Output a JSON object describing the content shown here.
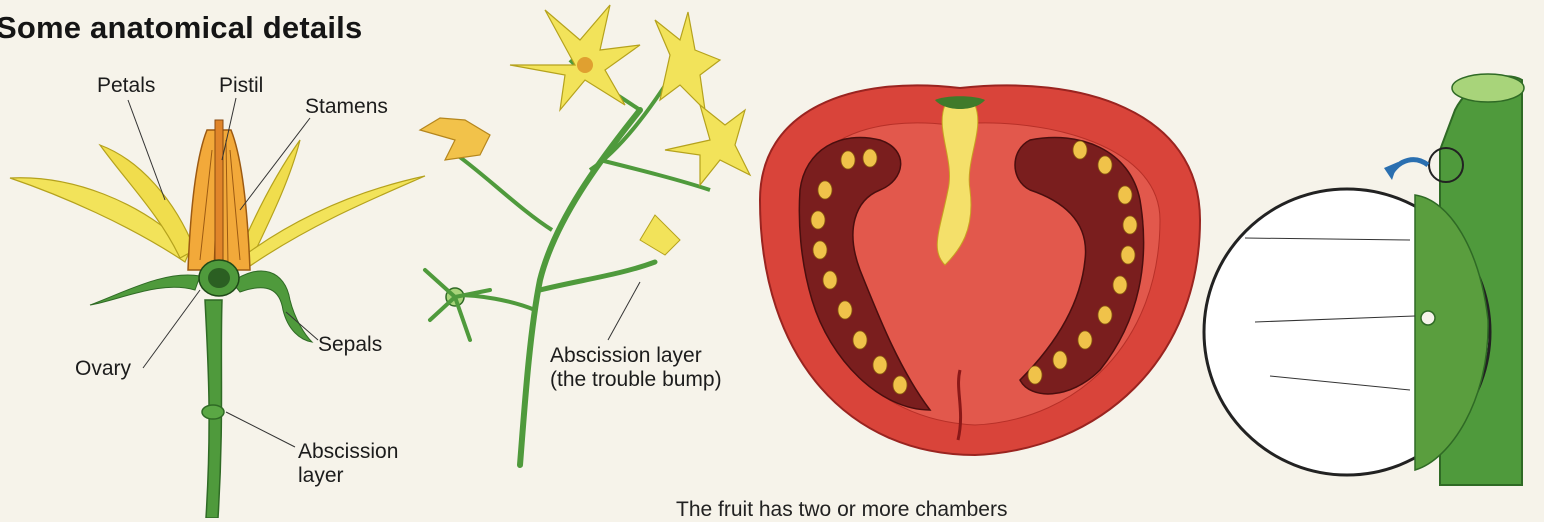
{
  "title": "Some anatomical details",
  "flower_labels": {
    "petals": "Petals",
    "pistil": "Pistil",
    "stamens": "Stamens",
    "sepals": "Sepals",
    "ovary": "Ovary",
    "abscission_line1": "Abscission",
    "abscission_line2": "layer"
  },
  "stem_labels": {
    "line1": "Abscission layer",
    "line2": "(the trouble bump)"
  },
  "fruit_caption": "The fruit has two or more chambers",
  "colors": {
    "background": "#f6f3ea",
    "petal": "#f2e35a",
    "stem": "#4f9a3c",
    "fruit": "#d9443a",
    "seed": "#f0c24a"
  }
}
